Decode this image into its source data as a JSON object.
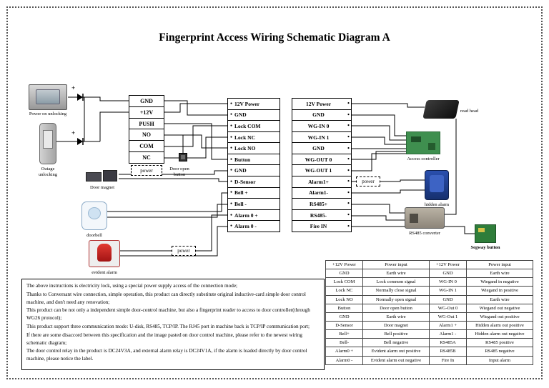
{
  "title": "Fingerprint Access Wiring Schematic Diagram A",
  "terminal_block": [
    "GND",
    "+12V",
    "PUSH",
    "NO",
    "COM",
    "NC"
  ],
  "power_labels": {
    "block": "power",
    "left": "power",
    "right": "power"
  },
  "plus_marks": [
    "+",
    "+"
  ],
  "strip_left": [
    "12V Power",
    "GND",
    "Lock COM",
    "Lock NC",
    "Lock NO",
    "Button",
    "GND",
    "D-Sensor",
    "Bell +",
    "Bell -",
    "Alarm 0 +",
    "Alarm 0 -"
  ],
  "strip_right": [
    "12V Power",
    "GND",
    "WG-IN 0",
    "WG-IN 1",
    "GND",
    "WG-OUT 0",
    "WG-OUT 1",
    "Alarm1+",
    "Alarm1-",
    "RS485+",
    "RS485-",
    "Fire IN"
  ],
  "device_labels": {
    "power_on_unlocking": "Power on unlocking",
    "outage_unlocking": "Outage unlocking",
    "door_magnet": "Door magnet",
    "doorbell": "doorbell",
    "evident_alarm": "evident alarm",
    "door_open_button": "Door open button",
    "read_head": "read head",
    "access_controller": "Access controller",
    "hidden_alarm": "hidden alarm",
    "rs485_converter": "RS485 converter",
    "segway_button": "Segway button"
  },
  "notes": [
    "The above instructions is electricity lock, using a special power supply access of the connection mode;",
    "Thanks to Conversant wire connection, simple operation, this product can directly substitute original inductive-card simple door control machine, and don't need any renovation;",
    "This product can be not only a independent simple door-control machine, but also a fingerprint reader to access to door controller(through WG26 protocol);",
    "This product support three communication mode: U-disk, RS485, TCP/IP. The RJ45 port in machine back is TCP/IP communication port;",
    "If there are some disaccord between this specification and the image pasted on door control machine, please refer to the newest wiring schematic diagram;",
    "The door control relay in the product is DC24V3A, and external alarm relay is DC24V1A, if the alarm is loaded directly by door control machine, please notice the label."
  ],
  "table": {
    "rows": [
      [
        "+12V Power",
        "Power input",
        "+12V Power",
        "Power input"
      ],
      [
        "GND",
        "Earth wire",
        "GND",
        "Earth wire"
      ],
      [
        "Lock COM",
        "Lock common signal",
        "WG-IN 0",
        "Wiegand in negative"
      ],
      [
        "Lock NC",
        "Normally close signal",
        "WG-IN 1",
        "Wiegand in positive"
      ],
      [
        "Lock NO",
        "Normally open signal",
        "GND",
        "Earth wire"
      ],
      [
        "Button",
        "Door open button",
        "WG-Out 0",
        "Wiegand out negative"
      ],
      [
        "GND",
        "Earth wire",
        "WG-Out 1",
        "Wiegand out positive"
      ],
      [
        "D-Sensor",
        "Door magnet",
        "Alarm1 +",
        "Hidden alarm out positive"
      ],
      [
        "Bell+",
        "Bell positive",
        "Alarm1 -",
        "Hidden alarm out negative"
      ],
      [
        "Bell-",
        "Bell negative",
        "RS485A",
        "RS485 positive"
      ],
      [
        "Alarm0 +",
        "Evident alarm out positive",
        "RS485B",
        "RS485 negative"
      ],
      [
        "Alarm0 -",
        "Evident alarm out negative",
        "Fire In",
        "Input alarm"
      ]
    ]
  }
}
